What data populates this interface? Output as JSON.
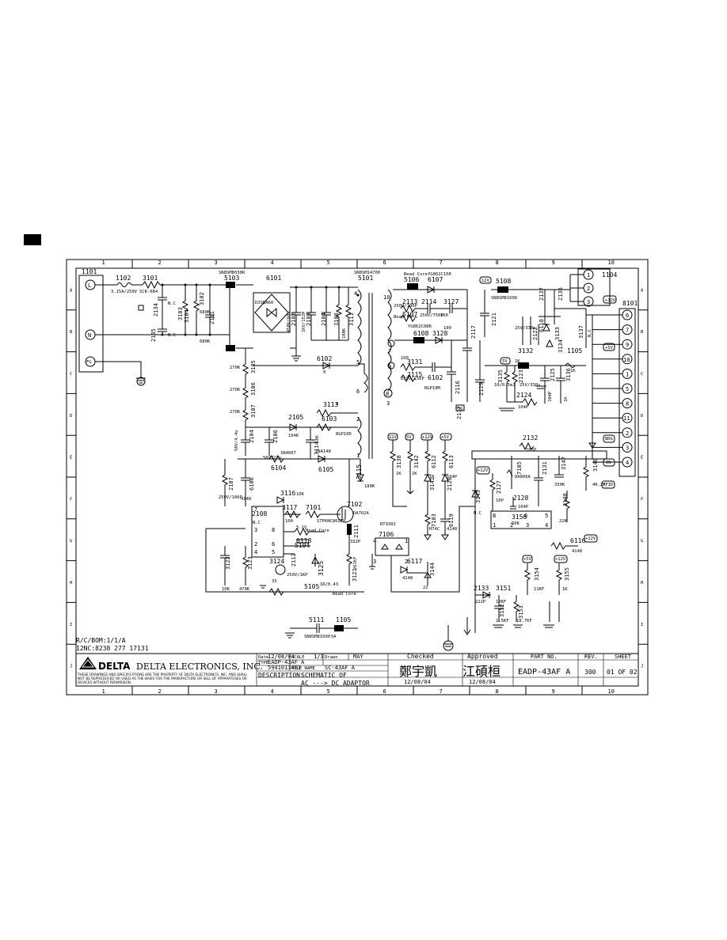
{
  "border": {
    "columns": [
      "1",
      "2",
      "3",
      "4",
      "5",
      "6",
      "7",
      "8",
      "9",
      "10"
    ],
    "rows": [
      "A",
      "B",
      "C",
      "D",
      "E",
      "F",
      "G",
      "H",
      "I",
      "J"
    ]
  },
  "notes": {
    "bom": "R/C/BOM:1/1/A",
    "nc": "12NC:8238 277 17131"
  },
  "connectors": {
    "input": {
      "ref": "1101",
      "pins": [
        "L",
        "N",
        "FG"
      ]
    },
    "output_top": {
      "ref": "1104",
      "pins": [
        "1",
        "2",
        "3"
      ]
    },
    "output_main": {
      "ref": "8101",
      "pins": [
        "6",
        "7",
        "9",
        "10",
        "1",
        "5",
        "8",
        "11",
        "2",
        "3",
        "4"
      ]
    }
  },
  "net_tags": [
    "+12V",
    "+5V",
    "+12V",
    "12V",
    "5V",
    "+5V",
    "+5V",
    "BRG",
    "ON",
    "P_ID",
    "+12V",
    "+5V",
    "+12V",
    "5V",
    "12V"
  ],
  "components": [
    {
      "ref": "1102",
      "value": "3.15A/250V"
    },
    {
      "ref": "3101",
      "value": "SCK-084"
    },
    {
      "ref": "5103",
      "value": "SN8SM8030R"
    },
    {
      "ref": "6101",
      "value": "D3SBA60"
    },
    {
      "ref": "5101",
      "value": "SN8SM14700"
    },
    {
      "ref": "5106",
      "value": "Bead Core"
    },
    {
      "ref": "6107",
      "value": "YG862C15R"
    },
    {
      "ref": "5108",
      "value": "SN8SM81600"
    },
    {
      "ref": "1104",
      "value": ""
    },
    {
      "ref": "3126",
      "value": "100"
    },
    {
      "ref": "2113",
      "value": "250V/100P"
    },
    {
      "ref": "2114",
      "value": "250V/750P"
    },
    {
      "ref": "3127",
      "value": "100"
    },
    {
      "ref": "5107",
      "value": "Bead Core"
    },
    {
      "ref": "6108",
      "value": "YG862C08R"
    },
    {
      "ref": "3128",
      "value": "100"
    },
    {
      "ref": "3131",
      "value": "100"
    },
    {
      "ref": "2115",
      "value": "250V/150P"
    },
    {
      "ref": "6102",
      "value": "RGP10M"
    },
    {
      "ref": "3112",
      "value": "3"
    },
    {
      "ref": "3113",
      "value": "0"
    },
    {
      "ref": "6103",
      "value": "RGP10D"
    },
    {
      "ref": "2105",
      "value": "104K"
    },
    {
      "ref": "2106",
      "value": "50V/22u"
    },
    {
      "ref": "3114",
      "value": "10K"
    },
    {
      "ref": "6104",
      "value": "1N4007"
    },
    {
      "ref": "6105",
      "value": "1N4148"
    },
    {
      "ref": "3115",
      "value": "180K"
    },
    {
      "ref": "2107",
      "value": "250V/100P"
    },
    {
      "ref": "6106",
      "value": "4148"
    },
    {
      "ref": "3116",
      "value": "10K"
    },
    {
      "ref": "3117",
      "value": "100"
    },
    {
      "ref": "7101",
      "value": "STP6NC80ZFP"
    },
    {
      "ref": "7102",
      "value": "DA702A"
    },
    {
      "ref": "3118",
      "value": "100"
    },
    {
      "ref": "2108",
      "value": "N.C"
    },
    {
      "ref": "6118",
      "value": "5.1V"
    },
    {
      "ref": "5104",
      "value": "Bead Core"
    },
    {
      "ref": "3125",
      "value": "1R/0.43"
    },
    {
      "ref": "2111",
      "value": "332P"
    },
    {
      "ref": "3121",
      "value": "261KF"
    },
    {
      "ref": "3122",
      "value": "10K"
    },
    {
      "ref": "3123",
      "value": "470K"
    },
    {
      "ref": "3124",
      "value": "33"
    },
    {
      "ref": "2112",
      "value": "250V/1KP"
    },
    {
      "ref": "5105",
      "value": "Bead Core"
    },
    {
      "ref": "5111",
      "value": "SN8SM81600"
    },
    {
      "ref": "1105",
      "value": "5A"
    },
    {
      "ref": "3132",
      "value": "1K"
    },
    {
      "ref": "6111",
      "value": "1K"
    },
    {
      "ref": "3133",
      "value": "1K"
    },
    {
      "ref": "3134",
      "value": "1K"
    },
    {
      "ref": "3135",
      "value": "10/0.5mJ"
    },
    {
      "ref": "2123",
      "value": "25V/330u"
    },
    {
      "ref": "2124",
      "value": "104P"
    },
    {
      "ref": "2125",
      "value": "104P"
    },
    {
      "ref": "3136",
      "value": "1K"
    },
    {
      "ref": "3137",
      "value": "N.C"
    },
    {
      "ref": "3138",
      "value": "1K"
    },
    {
      "ref": "3142",
      "value": "1K"
    },
    {
      "ref": "6112",
      "value": "6V"
    },
    {
      "ref": "6113",
      "value": "9V"
    },
    {
      "ref": "3141",
      "value": "1K"
    },
    {
      "ref": "2126",
      "value": "104P"
    },
    {
      "ref": "7103",
      "value": "H74C"
    },
    {
      "ref": "6119",
      "value": "4148"
    },
    {
      "ref": "7106",
      "value": "RT9302"
    },
    {
      "ref": "6117",
      "value": "4148"
    },
    {
      "ref": "3144",
      "value": "22"
    },
    {
      "ref": "3145",
      "value": "N.C"
    },
    {
      "ref": "2127",
      "value": "10P"
    },
    {
      "ref": "7105",
      "value": "DA806A"
    },
    {
      "ref": "2128",
      "value": "104P"
    },
    {
      "ref": "3156",
      "value": "50K"
    },
    {
      "ref": "2131",
      "value": "222P"
    },
    {
      "ref": "3147",
      "value": "330K"
    },
    {
      "ref": "3146",
      "value": "40.2KF"
    },
    {
      "ref": "3148",
      "value": "22K"
    },
    {
      "ref": "6116",
      "value": "4148"
    },
    {
      "ref": "2132",
      "value": "105P"
    },
    {
      "ref": "2133",
      "value": "222P"
    },
    {
      "ref": "3151",
      "value": "10KF"
    },
    {
      "ref": "3152",
      "value": "1.5KF"
    },
    {
      "ref": "3153",
      "value": "18.7KF"
    },
    {
      "ref": "3154",
      "value": "11KF"
    },
    {
      "ref": "3155",
      "value": "1K"
    }
  ],
  "title_block": {
    "company": "DELTA ELECTRONICS, INC.",
    "logo": "DELTA",
    "disclaimer": "THESE DRAWINGS AND SPECIFICATIONS ARE THE PROPERTY OF DELTA ELECTRONICS, INC. AND SHALL NOT BE REPRODUCED OR USED AS THE BASIS FOR THE MANUFACTURE OR SELL OF APPARATUSES OR DEVICES WITHOUT PERMISSION.",
    "date_label": "Date",
    "date": "12/08/04",
    "scale_label": "SCALE",
    "scale": "1/3",
    "drawn_label": "Drawn",
    "drawn": "MAY",
    "type_label": "TYPE",
    "type": "EADP-43AF A",
    "type_code": "5941013401",
    "file_label": "FILE NAME",
    "file": "SC-43AF A",
    "description_label": "DESCRIPTION:",
    "description_1": "SCHEMATIC OF",
    "description_2": "AC ---> DC  ADAPTOR",
    "checked_label": "Checked",
    "checked_sig": "鄭宇凱",
    "checked_date": "12/08/04",
    "approved_label": "Approved",
    "approved_sig": "江碩桓",
    "approved_date": "12/08/04",
    "partno_label": "PART NO.",
    "partno": "EADP-43AF A",
    "rev_label": "REV.",
    "rev": "300",
    "sheet_label": "SHEET",
    "sheet": "01 OF  02"
  }
}
